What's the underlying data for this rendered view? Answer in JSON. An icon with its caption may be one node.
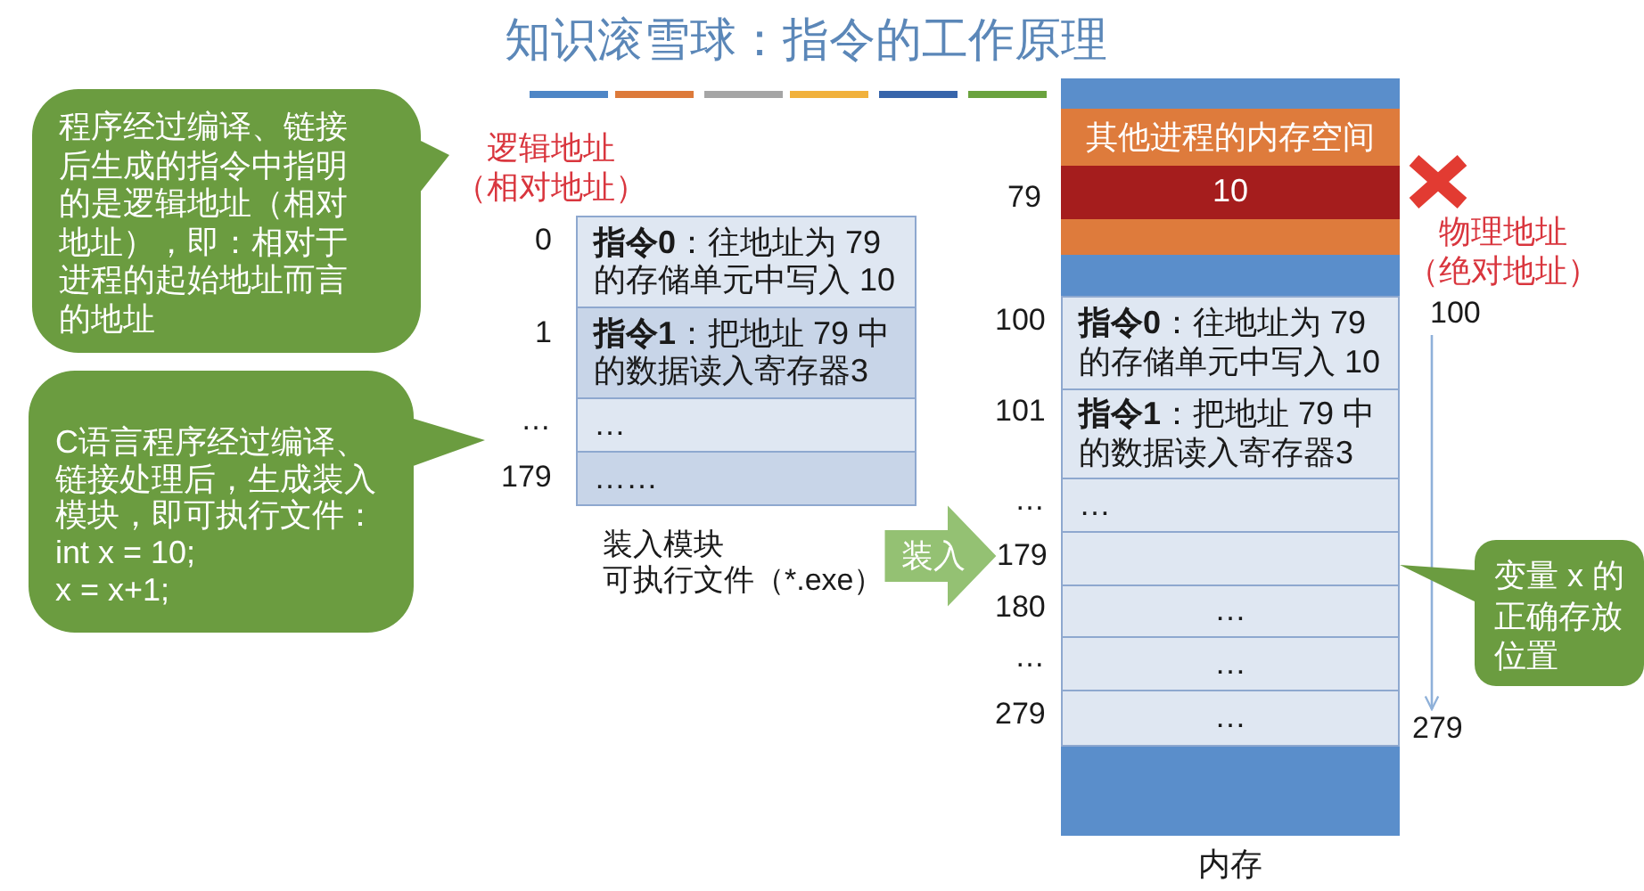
{
  "diagram": {
    "title": "知识滚雪球：指令的工作原理",
    "nodes": [
      {
        "text": [
          "程序经过编译、链接后生成的指令中指明的是逻辑地址（相对地址），即：相对于进程的起始地址而言的地址"
        ]
      },
      {
        "text": [
          "C语言程序经过编译、链接处理后，生成装入模块，即可执行文件：",
          "int x = 10;",
          "x = x+1;"
        ]
      },
      {
        "text": [
          "**指令0**：往地址为 79 的存储单元中写入 10"
        ]
      },
      {
        "text": [
          "**指令1**：把地址 79 中的数据读入寄存器3"
        ]
      },
      {
        "text": [
          "…"
        ]
      },
      {
        "text": [
          "……"
        ]
      },
      {
        "text": [
          "装入模块",
          "可执行文件（*.exe）"
        ]
      },
      {
        "text": [
          "179"
        ]
      },
      {
        "text": [],
        "shape": "box",
        "beside": [
          "内存"
        ]
      },
      {
        "text": [
          "其他进程的内存空间"
        ],
        "in": 8
      },
      {
        "text": [
          "10"
        ],
        "in": 9
      },
      {
        "text": [
          "**指令0**：往地址为 79 的存储单元中写入 10"
        ],
        "in": 8
      },
      {
        "text": [
          "**指令1**：把地址 79 中的数据读入寄存器3"
        ],
        "in": 8
      },
      {
        "text": [
          "…"
        ],
        "in": 8
      },
      {
        "text": [],
        "shape": "box",
        "in": 8
      },
      {
        "text": [
          "…"
        ],
        "in": 8
      },
      {
        "text": [
          "…"
        ],
        "in": 8
      },
      {
        "text": [
          "…"
        ],
        "in": 8
      },
      {
        "text": [
          "100"
        ]
      },
      {
        "text": [
          "279"
        ]
      },
      {
        "text": [
          "变量 x 的正确存放位置"
        ]
      }
    ],
    "edges": [
      {
        "from": 6,
        "to": 7,
        "arrow": "to",
        "label": "装入",
        "style": "thick",
        "color": "#94c173"
      },
      {
        "from": 18,
        "to": 19,
        "arrow": "to"
      },
      {
        "from": 20,
        "to": 14,
        "arrow": "none",
        "color": "#6b9c40"
      }
    ],
    "labels": [
      "逻辑地址（相对地址）",
      "79",
      "0",
      "物理地址（绝对地址）",
      "100",
      "1",
      "101",
      "…",
      "179",
      "…",
      "180",
      "…",
      "279"
    ]
  }
}
